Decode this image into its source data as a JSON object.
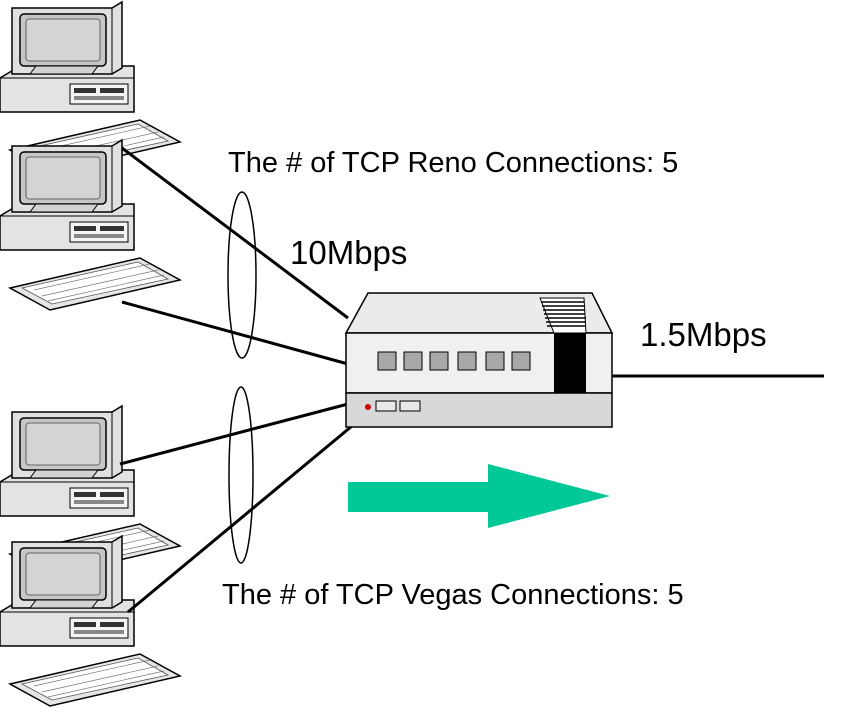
{
  "labels": {
    "reno": "The # of TCP Reno Connections: 5",
    "access_speed": "10Mbps",
    "bottleneck_speed": "1.5Mbps",
    "vegas": "The # of TCP Vegas Connections: 5"
  },
  "colors": {
    "arrow": "#00c896",
    "line": "#000000",
    "router_top": "#ebebeb",
    "router_body": "#d8d8d8",
    "led": "#cc0000"
  }
}
